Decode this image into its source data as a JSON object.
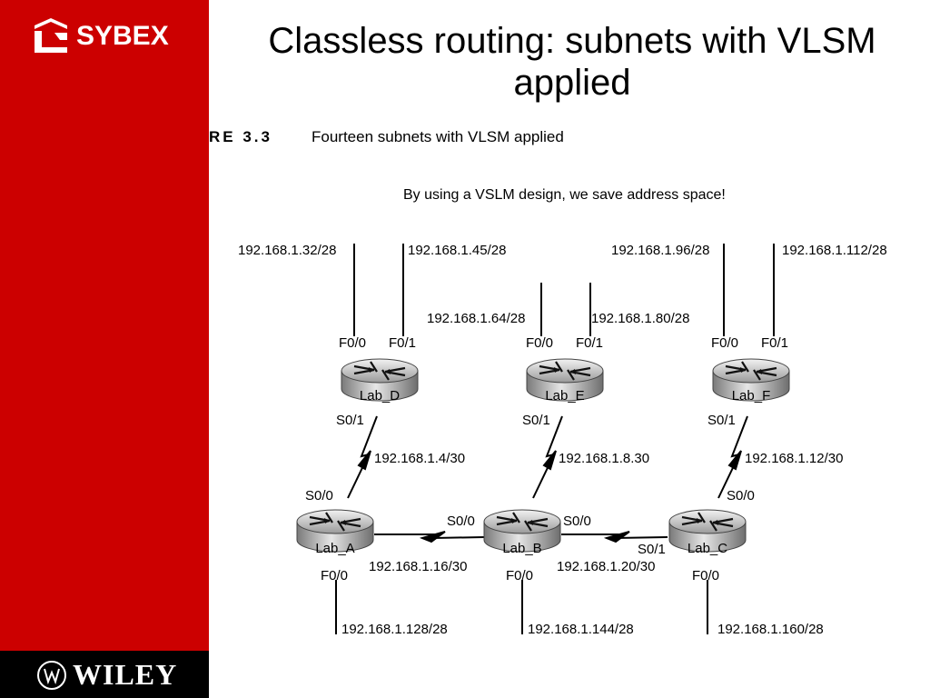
{
  "slide": {
    "title": "Classless routing: subnets with VLSM applied"
  },
  "brand": {
    "publisher": "SYBEX",
    "footer": "WILEY",
    "sidebar_color": "#cc0000"
  },
  "figure": {
    "label": "RE 3.3",
    "caption": "Fourteen subnets with VLSM applied",
    "subtitle": "By using a VSLM design, we save address space!",
    "routers": {
      "lab_d": "Lab_D",
      "lab_e": "Lab_E",
      "lab_f": "Lab_F",
      "lab_a": "Lab_A",
      "lab_b": "Lab_B",
      "lab_c": "Lab_C"
    },
    "ports": {
      "d_f00": "F0/0",
      "d_f01": "F0/1",
      "d_s01": "S0/1",
      "e_f00": "F0/0",
      "e_f01": "F0/1",
      "e_s01": "S0/1",
      "f_f00": "F0/0",
      "f_f01": "F0/1",
      "f_s01": "S0/1",
      "a_s00": "S0/0",
      "a_f00": "F0/0",
      "b_s00": "S0/0",
      "b_s00_right": "S0/0",
      "b_f00": "F0/0",
      "c_s00": "S0/0",
      "c_s01": "S0/1",
      "c_f00": "F0/0"
    },
    "subnets": {
      "d_lan0": "192.168.1.32/28",
      "d_lan1": "192.168.1.45/28",
      "e_lan0": "192.168.1.64/28",
      "e_lan1": "192.168.1.80/28",
      "f_lan0": "192.168.1.96/28",
      "f_lan1": "192.168.1.112/28",
      "wan_ad": "192.168.1.4/30",
      "wan_be": "192.168.1.8.30",
      "wan_cf": "192.168.1.12/30",
      "wan_ab": "192.168.1.16/30",
      "wan_bc": "192.168.1.20/30",
      "a_lan": "192.168.1.128/28",
      "b_lan": "192.168.1.144/28",
      "c_lan": "192.168.1.160/28"
    }
  }
}
